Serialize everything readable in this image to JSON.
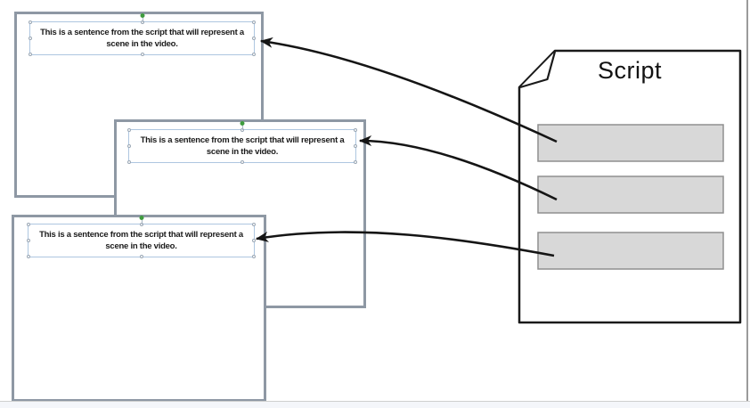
{
  "slides": [
    {
      "name": "scene-slide-1",
      "sentence_line1": "This is a sentence from the script that will represent a",
      "sentence_line2": "scene in the video."
    },
    {
      "name": "scene-slide-2",
      "sentence_line1": "This is a sentence from the script that will represent a",
      "sentence_line2": "scene in the video."
    },
    {
      "name": "scene-slide-3",
      "sentence_line1": "This is a sentence from the script that will represent a",
      "sentence_line2": "scene in the video."
    }
  ],
  "script_document": {
    "title": "Script",
    "sentence_bar_count": 3
  },
  "colors": {
    "slide_border": "#8e98a4",
    "textbox_border": "#aec6e0",
    "bar_fill": "#d8d8d8",
    "bar_border": "#8f8f8f",
    "arrow": "#151515",
    "document_border": "#1a1a1a",
    "rotation_handle": "#3f9c3f"
  }
}
